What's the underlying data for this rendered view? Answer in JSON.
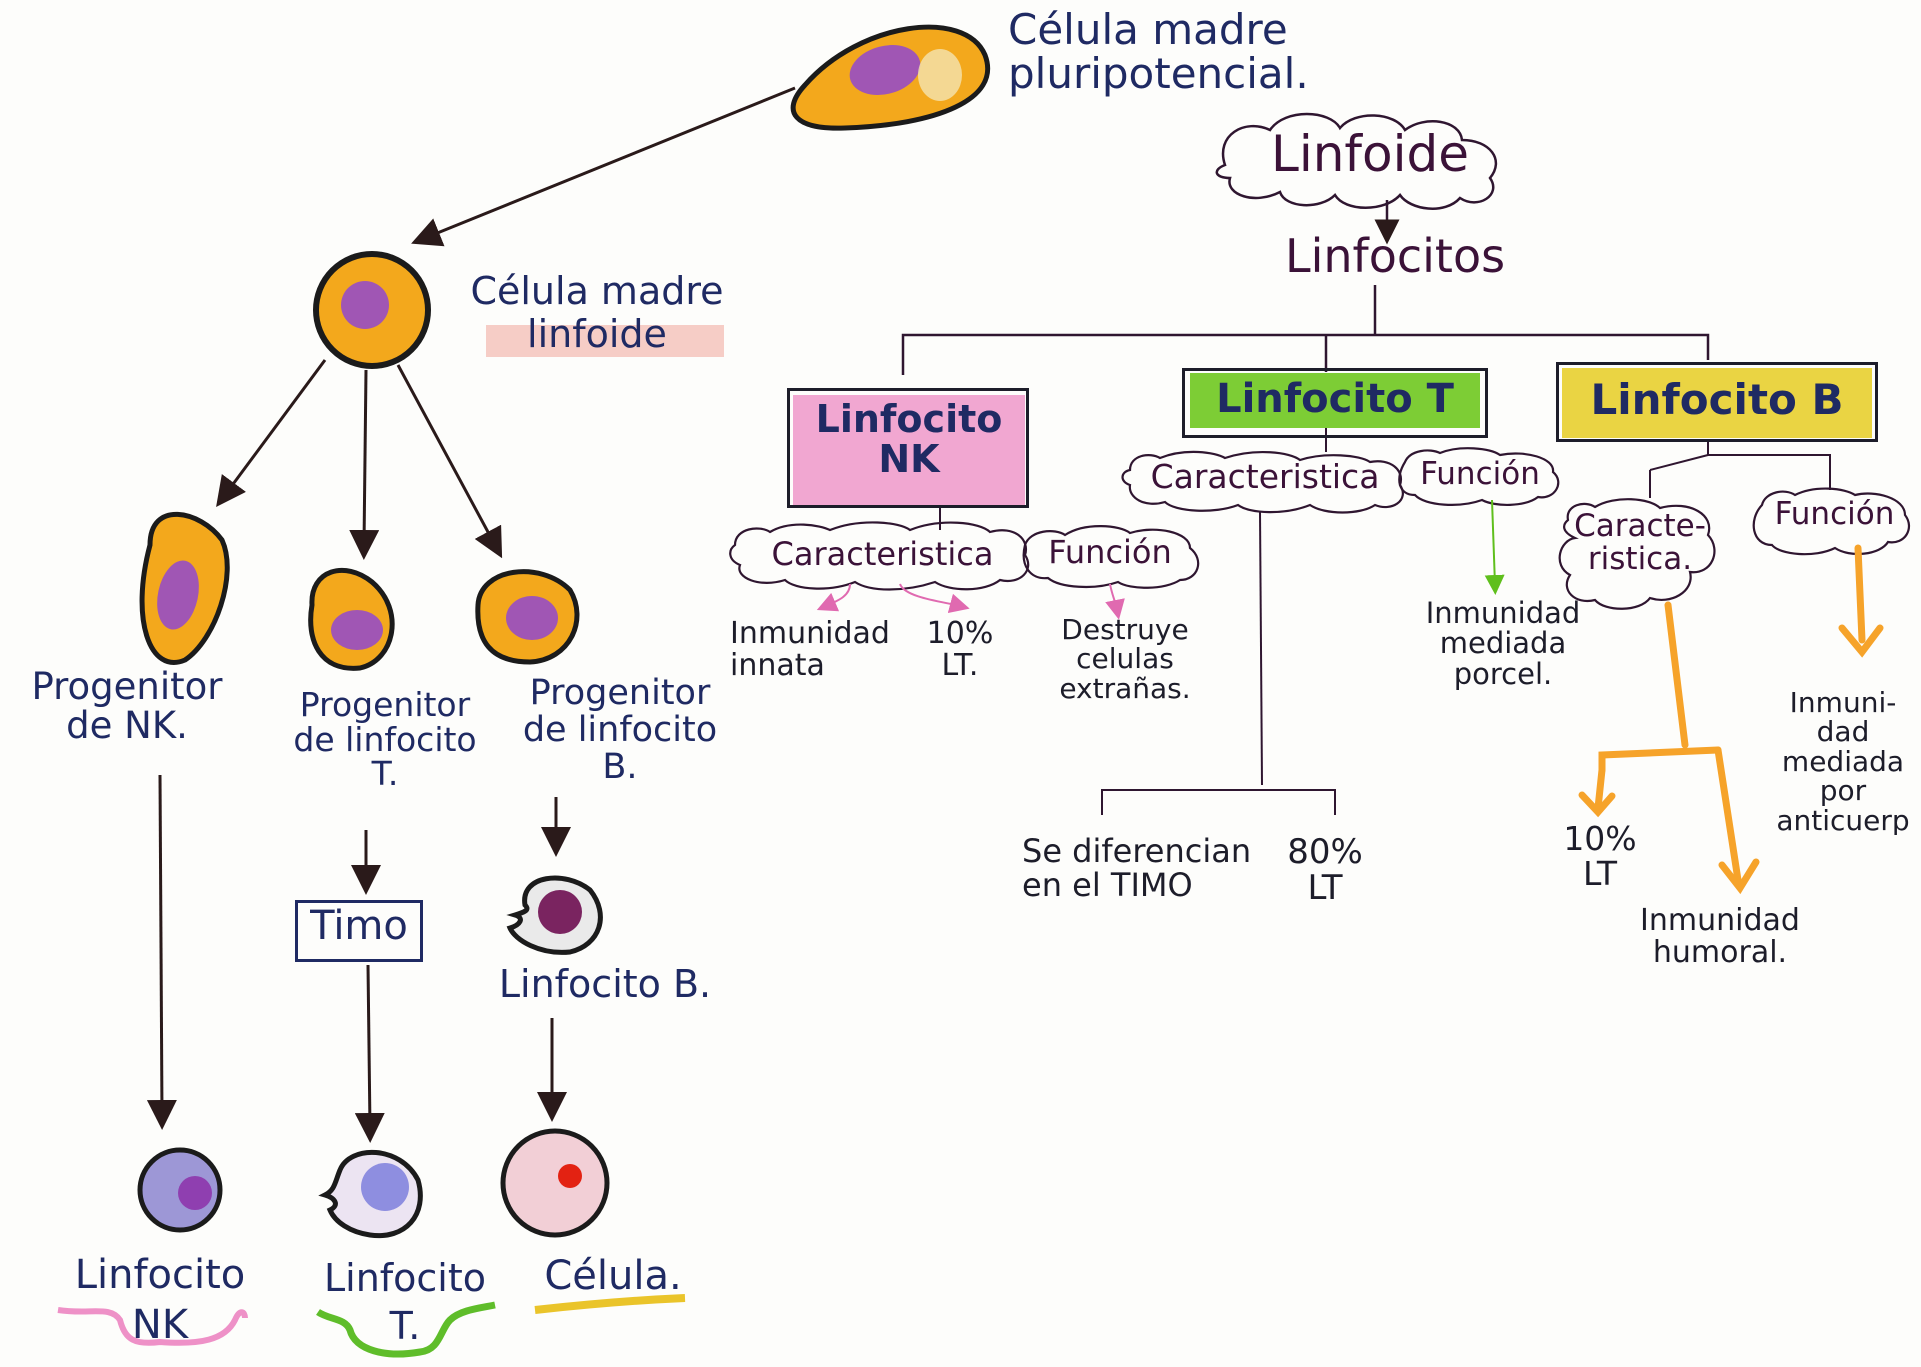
{
  "left_tree": {
    "stem_cell_label": "Célula madre pluripotencial.",
    "lymphoid_stem_label_1": "Célula madre",
    "lymphoid_stem_label_2": "linfoide",
    "prog_nk": "Progenitor de NK.",
    "prog_t": "Progenitor de linfocito T.",
    "prog_b": "Progenitor de linfocito B.",
    "timo": "Timo",
    "linfocito_b": "Linfocito B.",
    "final_nk": "Linfocito NK",
    "final_t": "Linfocito T.",
    "final_celula": "Célula."
  },
  "right_tree": {
    "root": "Linfoide",
    "sub": "Linfocitos",
    "nk": {
      "title": "Linfocito NK",
      "caracteristica": "Caracteristica",
      "funcion": "Función",
      "inmunidad": "Inmunidad innata",
      "porcentaje": "10% LT.",
      "funcion_text": "Destruye celulas extrañas."
    },
    "t": {
      "title": "Linfocito T",
      "caracteristica": "Caracteristica",
      "funcion": "Función",
      "inmunidad": "Inmunidad mediada porcel.",
      "diferencian": "Se diferencian en el TIMO",
      "porcentaje": "80% LT"
    },
    "b": {
      "title": "Linfocito B",
      "caracteristica": "Caracte- ristica.",
      "funcion": "Función",
      "porcentaje": "10% LT",
      "humoral": "Inmunidad humoral.",
      "funcion_text": "Inmuni- dad mediada por anticuerp"
    }
  },
  "colors": {
    "cell_orange": "#f3a81c",
    "nucleus_purple": "#a056b4",
    "nk_pink": "#ee91c7",
    "t_green": "#7ccd28",
    "b_yellow": "#e6cd22",
    "b_orange_arrow": "#f6a32a",
    "ink_navy": "#1f2a63",
    "ink_wine": "#3b1238"
  }
}
